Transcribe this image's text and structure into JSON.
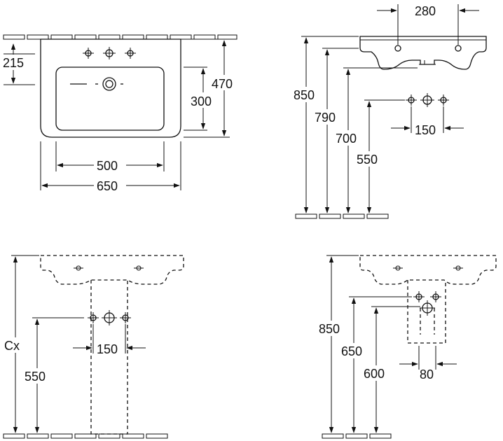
{
  "top_view": {
    "dims": {
      "tap_hole_depth": "215",
      "total_depth": "470",
      "bowl_depth": "300",
      "bowl_width": "500",
      "total_width": "650"
    }
  },
  "side_view": {
    "dims": {
      "tap_spacing": "280",
      "rim_height": "850",
      "overflow_height": "790",
      "outlet_height": "700",
      "supply_height": "550",
      "supply_spacing": "150"
    }
  },
  "pedestal_front": {
    "dims": {
      "variable_height": "Cx",
      "supply_height": "550",
      "supply_spacing": "150"
    }
  },
  "semi_pedestal": {
    "dims": {
      "rim_height": "850",
      "outlet_height": "650",
      "supply_height": "600",
      "supply_spacing": "80"
    }
  }
}
